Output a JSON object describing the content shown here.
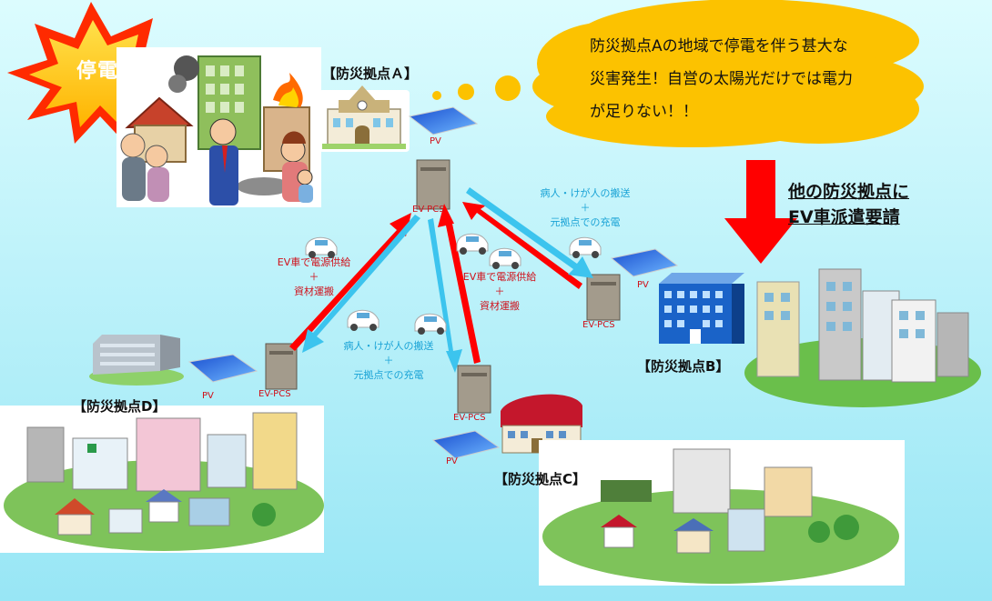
{
  "outage_label": "停電",
  "bubble": {
    "line1": "防災拠点Aの地域で停電を伴う甚大な",
    "line2": "災害発生！自営の太陽光だけでは電力",
    "line3": "が足りない！！"
  },
  "request": {
    "line1": "他の防災拠点に",
    "line2": "EV車派遣要請"
  },
  "base_a": "【防災拠点Ａ】",
  "base_b": "【防災拠点B】",
  "base_c": "【防災拠点C】",
  "base_d": "【防災拠点D】",
  "pv": "PV",
  "ev_pcs": "EV-PCS",
  "supply_label": {
    "line1": "EV車で電源供給",
    "plus": "＋",
    "line2": "資材運搬"
  },
  "transport_label": {
    "line1": "病人・けが人の搬送",
    "plus": "＋",
    "line2": "元拠点での充電"
  },
  "colors": {
    "background_top": "#d8fbfd",
    "background_bottom": "#9be8f6",
    "supply_arrow": "#ff0000",
    "transport_arrow": "#3cc4ee",
    "bubble": "#fcc200",
    "burst": "#ff2a00"
  }
}
